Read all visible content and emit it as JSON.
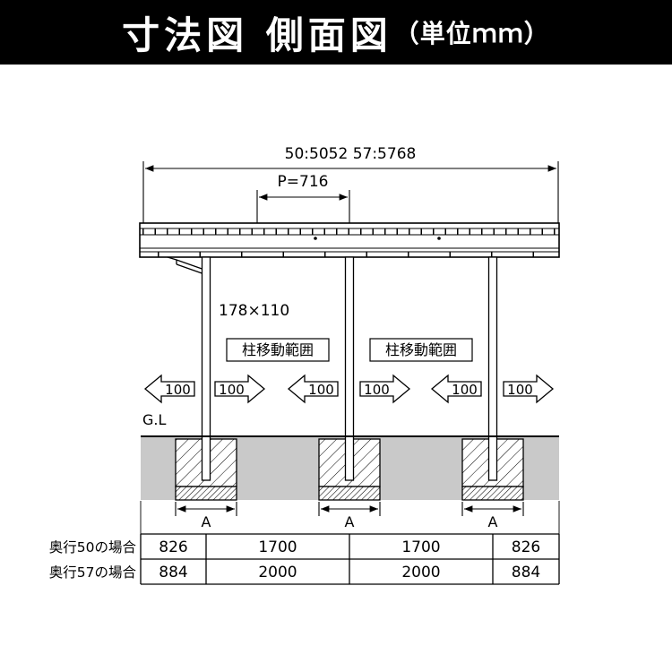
{
  "header": {
    "title": "寸法図 側面図",
    "unit": "（単位ｍｍ）"
  },
  "dimensions": {
    "overall": "50:5052 57:5768",
    "pitch": "P=716",
    "post_section": "178×110",
    "ground_level": "G.L",
    "footing": "A"
  },
  "labels": {
    "move_range_left": "柱移動範囲",
    "move_range_right": "柱移動範囲"
  },
  "arrows": [
    {
      "dir": "left",
      "label": "100"
    },
    {
      "dir": "right",
      "label": "100"
    },
    {
      "dir": "left",
      "label": "100"
    },
    {
      "dir": "right",
      "label": "100"
    },
    {
      "dir": "left",
      "label": "100"
    },
    {
      "dir": "right",
      "label": "100"
    }
  ],
  "table": {
    "rows": [
      {
        "label": "奥行50の場合",
        "values": [
          "826",
          "1700",
          "1700",
          "826"
        ]
      },
      {
        "label": "奥行57の場合",
        "values": [
          "884",
          "2000",
          "2000",
          "884"
        ]
      }
    ]
  },
  "colors": {
    "header_bg": "#000000",
    "header_text": "#ffffff",
    "line": "#000000",
    "ground": "#c9c9c9"
  }
}
